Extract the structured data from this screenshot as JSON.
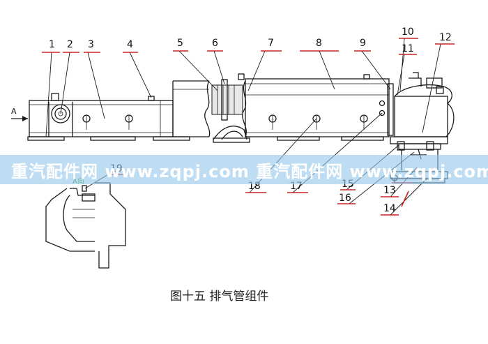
{
  "view_label": "A",
  "detail_label": "A向",
  "callouts": [
    "1",
    "2",
    "3",
    "4",
    "5",
    "6",
    "7",
    "8",
    "9",
    "10",
    "11",
    "12",
    "13",
    "14",
    "15",
    "16",
    "17",
    "18",
    "19"
  ],
  "watermark": "重汽配件网 www.zqpj.com 重汽配件网 www.zqpj.com 重汽配件网",
  "caption": "图十五 排气管组件",
  "colors": {
    "callout_underline": "#cc2222",
    "watermark_band": "#96c8ec"
  }
}
